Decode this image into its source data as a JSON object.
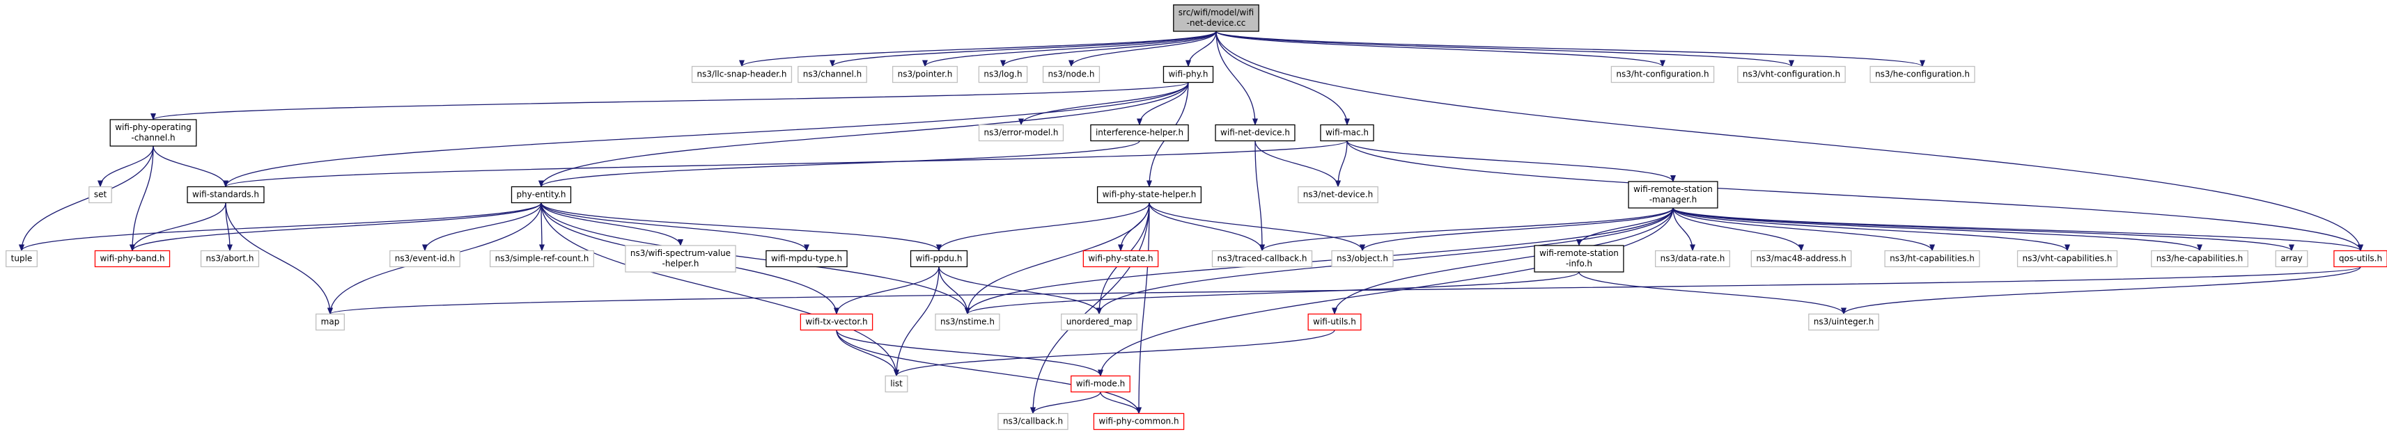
{
  "graph": {
    "colors": {
      "edge": "#191970",
      "root_fill": "#bfbfbf",
      "root_border": "#000000",
      "border_documented": "#000000",
      "border_undocumented": "#bfbfbf",
      "border_truncated": "#ff0000",
      "node_fill": "#ffffff"
    },
    "nodes": [
      {
        "id": "root",
        "lines": [
          "src/wifi/model/wifi",
          "-net-device.cc"
        ],
        "style": "root"
      },
      {
        "id": "llc",
        "lines": [
          "ns3/llc-snap-header.h"
        ],
        "style": "undocumented"
      },
      {
        "id": "channel",
        "lines": [
          "ns3/channel.h"
        ],
        "style": "undocumented"
      },
      {
        "id": "pointer",
        "lines": [
          "ns3/pointer.h"
        ],
        "style": "undocumented"
      },
      {
        "id": "log",
        "lines": [
          "ns3/log.h"
        ],
        "style": "undocumented"
      },
      {
        "id": "node",
        "lines": [
          "ns3/node.h"
        ],
        "style": "undocumented"
      },
      {
        "id": "wifiphy",
        "lines": [
          "wifi-phy.h"
        ],
        "style": "documented"
      },
      {
        "id": "htconf",
        "lines": [
          "ns3/ht-configuration.h"
        ],
        "style": "undocumented"
      },
      {
        "id": "vhtconf",
        "lines": [
          "ns3/vht-configuration.h"
        ],
        "style": "undocumented"
      },
      {
        "id": "heconf",
        "lines": [
          "ns3/he-configuration.h"
        ],
        "style": "undocumented"
      },
      {
        "id": "opchan",
        "lines": [
          "wifi-phy-operating",
          "-channel.h"
        ],
        "style": "documented"
      },
      {
        "id": "errmodel",
        "lines": [
          "ns3/error-model.h"
        ],
        "style": "undocumented"
      },
      {
        "id": "interf",
        "lines": [
          "interference-helper.h"
        ],
        "style": "documented"
      },
      {
        "id": "netdev",
        "lines": [
          "wifi-net-device.h"
        ],
        "style": "documented"
      },
      {
        "id": "mac",
        "lines": [
          "wifi-mac.h"
        ],
        "style": "documented"
      },
      {
        "id": "set",
        "lines": [
          "set"
        ],
        "style": "undocumented"
      },
      {
        "id": "standards",
        "lines": [
          "wifi-standards.h"
        ],
        "style": "documented"
      },
      {
        "id": "phyentity",
        "lines": [
          "phy-entity.h"
        ],
        "style": "documented"
      },
      {
        "id": "statehelper",
        "lines": [
          "wifi-phy-state-helper.h"
        ],
        "style": "documented"
      },
      {
        "id": "ns3netdev",
        "lines": [
          "ns3/net-device.h"
        ],
        "style": "undocumented"
      },
      {
        "id": "rsm",
        "lines": [
          "wifi-remote-station",
          "-manager.h"
        ],
        "style": "documented"
      },
      {
        "id": "tuple",
        "lines": [
          "tuple"
        ],
        "style": "undocumented"
      },
      {
        "id": "band",
        "lines": [
          "wifi-phy-band.h"
        ],
        "style": "truncated"
      },
      {
        "id": "abort",
        "lines": [
          "ns3/abort.h"
        ],
        "style": "undocumented"
      },
      {
        "id": "eventid",
        "lines": [
          "ns3/event-id.h"
        ],
        "style": "undocumented"
      },
      {
        "id": "simpleref",
        "lines": [
          "ns3/simple-ref-count.h"
        ],
        "style": "undocumented"
      },
      {
        "id": "spectrum",
        "lines": [
          "ns3/wifi-spectrum-value",
          "-helper.h"
        ],
        "style": "undocumented"
      },
      {
        "id": "mpdutype",
        "lines": [
          "wifi-mpdu-type.h"
        ],
        "style": "documented"
      },
      {
        "id": "ppdu",
        "lines": [
          "wifi-ppdu.h"
        ],
        "style": "documented"
      },
      {
        "id": "phystate",
        "lines": [
          "wifi-phy-state.h"
        ],
        "style": "truncated"
      },
      {
        "id": "traced",
        "lines": [
          "ns3/traced-callback.h"
        ],
        "style": "undocumented"
      },
      {
        "id": "object",
        "lines": [
          "ns3/object.h"
        ],
        "style": "undocumented"
      },
      {
        "id": "rsinfo",
        "lines": [
          "wifi-remote-station",
          "-info.h"
        ],
        "style": "documented"
      },
      {
        "id": "datarate",
        "lines": [
          "ns3/data-rate.h"
        ],
        "style": "undocumented"
      },
      {
        "id": "mac48",
        "lines": [
          "ns3/mac48-address.h"
        ],
        "style": "undocumented"
      },
      {
        "id": "htcap",
        "lines": [
          "ns3/ht-capabilities.h"
        ],
        "style": "undocumented"
      },
      {
        "id": "vhtcap",
        "lines": [
          "ns3/vht-capabilities.h"
        ],
        "style": "undocumented"
      },
      {
        "id": "hecap",
        "lines": [
          "ns3/he-capabilities.h"
        ],
        "style": "undocumented"
      },
      {
        "id": "array",
        "lines": [
          "array"
        ],
        "style": "undocumented"
      },
      {
        "id": "qos",
        "lines": [
          "qos-utils.h"
        ],
        "style": "truncated"
      },
      {
        "id": "map",
        "lines": [
          "map"
        ],
        "style": "undocumented"
      },
      {
        "id": "txvector",
        "lines": [
          "wifi-tx-vector.h"
        ],
        "style": "truncated"
      },
      {
        "id": "nstime",
        "lines": [
          "ns3/nstime.h"
        ],
        "style": "undocumented"
      },
      {
        "id": "umap",
        "lines": [
          "unordered_map"
        ],
        "style": "undocumented"
      },
      {
        "id": "wutils",
        "lines": [
          "wifi-utils.h"
        ],
        "style": "truncated"
      },
      {
        "id": "uinteger",
        "lines": [
          "ns3/uinteger.h"
        ],
        "style": "undocumented"
      },
      {
        "id": "list",
        "lines": [
          "list"
        ],
        "style": "undocumented"
      },
      {
        "id": "mode",
        "lines": [
          "wifi-mode.h"
        ],
        "style": "truncated"
      },
      {
        "id": "callback",
        "lines": [
          "ns3/callback.h"
        ],
        "style": "undocumented"
      },
      {
        "id": "common",
        "lines": [
          "wifi-phy-common.h"
        ],
        "style": "truncated"
      }
    ],
    "edges": [
      [
        "root",
        "llc"
      ],
      [
        "root",
        "channel"
      ],
      [
        "root",
        "pointer"
      ],
      [
        "root",
        "log"
      ],
      [
        "root",
        "node"
      ],
      [
        "root",
        "wifiphy"
      ],
      [
        "root",
        "netdev"
      ],
      [
        "root",
        "mac"
      ],
      [
        "root",
        "htconf"
      ],
      [
        "root",
        "vhtconf"
      ],
      [
        "root",
        "heconf"
      ],
      [
        "root",
        "qos"
      ],
      [
        "wifiphy",
        "opchan"
      ],
      [
        "wifiphy",
        "errmodel"
      ],
      [
        "wifiphy",
        "interf"
      ],
      [
        "wifiphy",
        "standards"
      ],
      [
        "wifiphy",
        "phyentity"
      ],
      [
        "wifiphy",
        "statehelper"
      ],
      [
        "opchan",
        "set"
      ],
      [
        "opchan",
        "tuple"
      ],
      [
        "opchan",
        "band"
      ],
      [
        "opchan",
        "standards"
      ],
      [
        "interf",
        "phyentity"
      ],
      [
        "netdev",
        "ns3netdev"
      ],
      [
        "netdev",
        "traced"
      ],
      [
        "mac",
        "ns3netdev"
      ],
      [
        "mac",
        "standards"
      ],
      [
        "mac",
        "rsm"
      ],
      [
        "mac",
        "qos"
      ],
      [
        "standards",
        "band"
      ],
      [
        "standards",
        "abort"
      ],
      [
        "standards",
        "map"
      ],
      [
        "phyentity",
        "tuple"
      ],
      [
        "phyentity",
        "band"
      ],
      [
        "phyentity",
        "eventid"
      ],
      [
        "phyentity",
        "simpleref"
      ],
      [
        "phyentity",
        "spectrum"
      ],
      [
        "phyentity",
        "mpdutype"
      ],
      [
        "phyentity",
        "ppdu"
      ],
      [
        "phyentity",
        "map"
      ],
      [
        "phyentity",
        "list"
      ],
      [
        "phyentity",
        "nstime"
      ],
      [
        "phyentity",
        "txvector"
      ],
      [
        "statehelper",
        "phystate"
      ],
      [
        "statehelper",
        "traced"
      ],
      [
        "statehelper",
        "object"
      ],
      [
        "statehelper",
        "ppdu"
      ],
      [
        "statehelper",
        "nstime"
      ],
      [
        "statehelper",
        "callback"
      ],
      [
        "statehelper",
        "common"
      ],
      [
        "statehelper",
        "umap"
      ],
      [
        "rsm",
        "traced"
      ],
      [
        "rsm",
        "object"
      ],
      [
        "rsm",
        "rsinfo"
      ],
      [
        "rsm",
        "datarate"
      ],
      [
        "rsm",
        "mac48"
      ],
      [
        "rsm",
        "htcap"
      ],
      [
        "rsm",
        "vhtcap"
      ],
      [
        "rsm",
        "hecap"
      ],
      [
        "rsm",
        "array"
      ],
      [
        "rsm",
        "qos"
      ],
      [
        "rsm",
        "wutils"
      ],
      [
        "rsm",
        "mode"
      ],
      [
        "rsm",
        "umap"
      ],
      [
        "rsm",
        "nstime"
      ],
      [
        "rsinfo",
        "nstime"
      ],
      [
        "rsinfo",
        "uinteger"
      ],
      [
        "qos",
        "map"
      ],
      [
        "qos",
        "uinteger"
      ],
      [
        "ppdu",
        "txvector"
      ],
      [
        "ppdu",
        "nstime"
      ],
      [
        "ppdu",
        "list"
      ],
      [
        "ppdu",
        "umap"
      ],
      [
        "txvector",
        "list"
      ],
      [
        "txvector",
        "mode"
      ],
      [
        "txvector",
        "common"
      ],
      [
        "wutils",
        "list"
      ],
      [
        "mode",
        "callback"
      ],
      [
        "mode",
        "common"
      ]
    ]
  }
}
